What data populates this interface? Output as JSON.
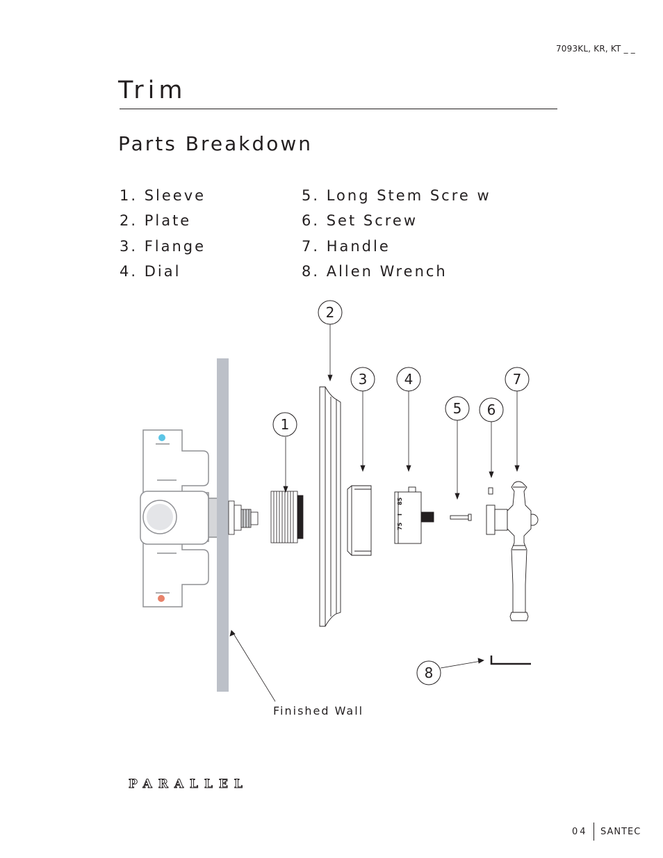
{
  "header": {
    "model_code": "7093KL, KR, KT _ _",
    "title": "Trim",
    "subtitle": "Parts Breakdown"
  },
  "parts": {
    "left": [
      "1. Sleeve",
      "2. Plate",
      "3. Flange",
      "4. Dial"
    ],
    "right": [
      "5. Long Stem Scre w",
      "6. Set Screw",
      "7. Handle",
      "8. Allen Wrench"
    ]
  },
  "diagram": {
    "callouts": [
      "1",
      "2",
      "3",
      "4",
      "5",
      "6",
      "7",
      "8"
    ],
    "dial_marks": [
      "75",
      "I",
      "85"
    ],
    "wall_label": "Finished Wall",
    "colors": {
      "cold": "#5bc5e6",
      "hot": "#e8826a",
      "wall": "#bcc0c8"
    }
  },
  "footer": {
    "brand": "PARALLEL",
    "page_number": "04",
    "company": "SANTEC"
  }
}
